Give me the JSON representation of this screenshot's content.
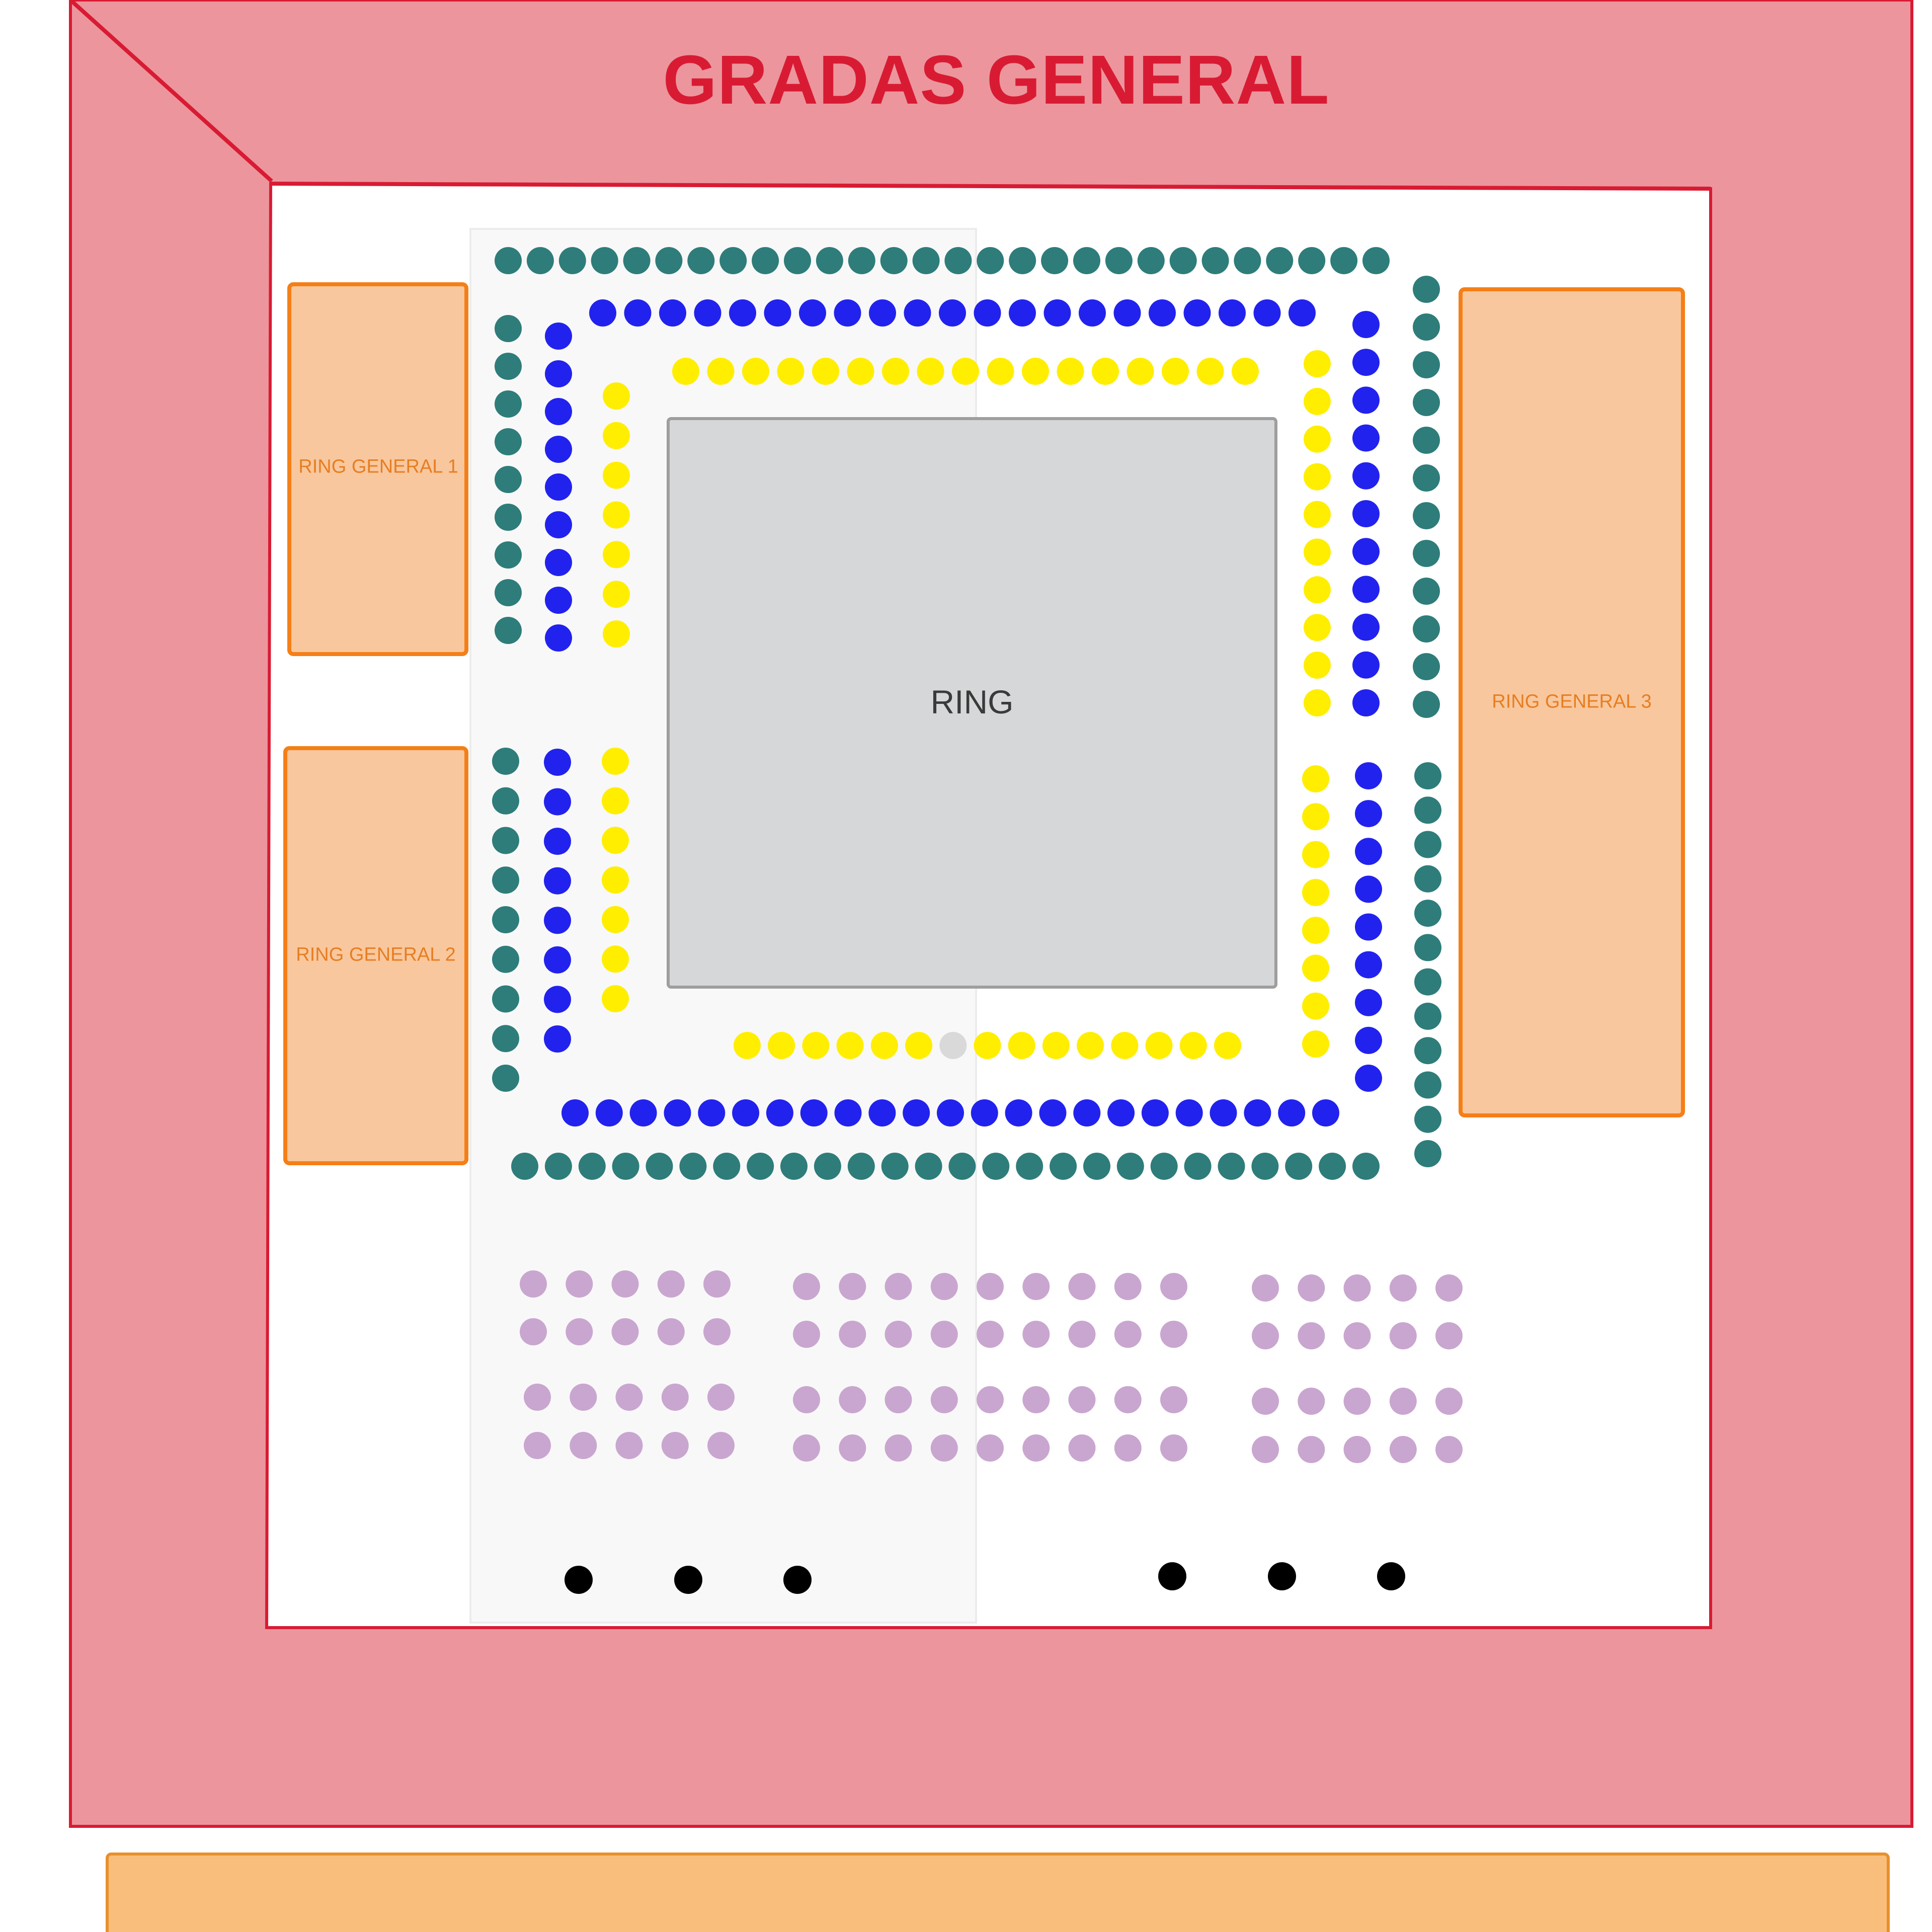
{
  "venue_title": "GRADAS GENERAL",
  "ring_label": "RING",
  "sections": {
    "ring_general_1": "RING GENERAL 1",
    "ring_general_2": "RING GENERAL 2",
    "ring_general_3": "RING GENERAL 3"
  },
  "colors": {
    "gradas_fill": "#ec959d",
    "gradas_border": "#d81b33",
    "title": "#d81b33",
    "ring_general_fill": "#f9c79d",
    "ring_general_border": "#f57f17",
    "floor_panel": "#f8f8f8",
    "ring_fill": "#d5d7d8",
    "ring_border": "#9e9e9e",
    "teal_seat": "#2e7d7a",
    "blue_seat": "#2222ee",
    "yellow_seat": "#ffee00",
    "lilac_seat": "#c9a6cf",
    "black_seat": "#000000",
    "unavailable_seat": "#d9d9d9",
    "bottom_strip": "#f9be7c"
  },
  "seat_tiers": [
    {
      "tier": "teal",
      "rows": 1
    },
    {
      "tier": "blue",
      "rows": 1
    },
    {
      "tier": "yellow",
      "rows": 1,
      "unavailable_seats": 1
    },
    {
      "tier": "lilac",
      "rows": 4
    },
    {
      "tier": "black",
      "seats": 6
    }
  ]
}
